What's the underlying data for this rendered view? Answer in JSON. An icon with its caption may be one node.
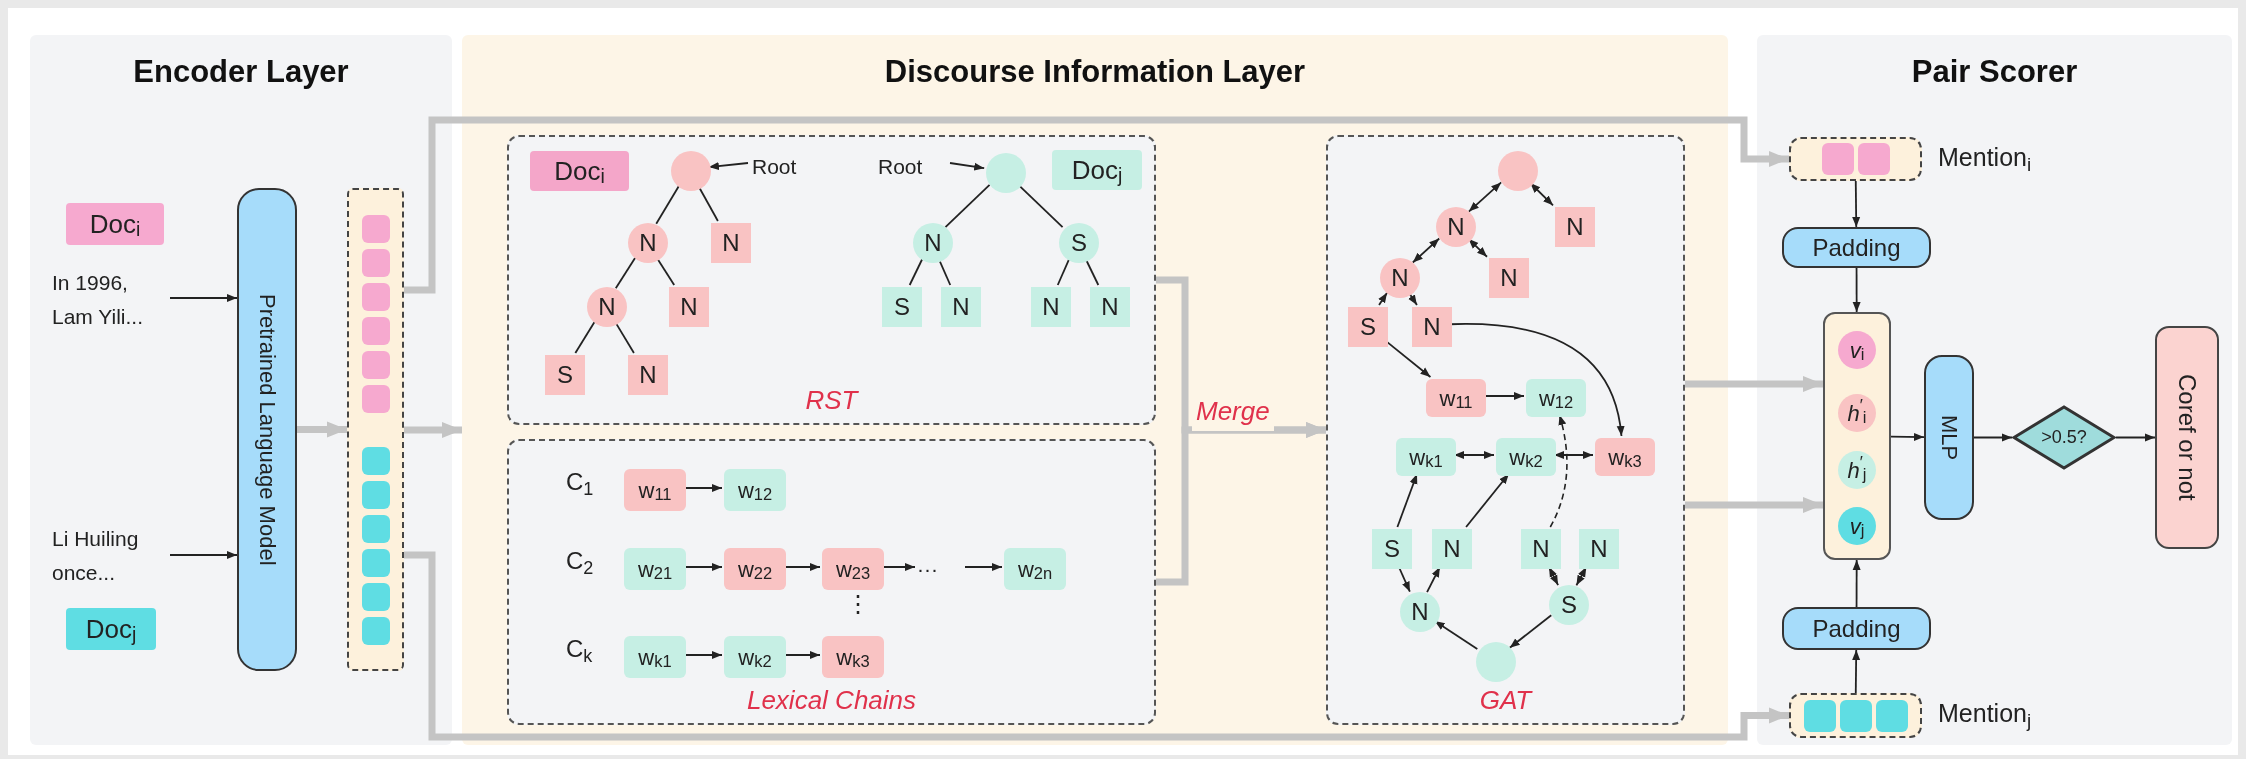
{
  "diagram": {
    "nodes": [
      {
        "text": [
          "Encoder Layer"
        ]
      },
      {
        "text": [
          "Doc$_{i}$"
        ],
        "in": 0
      },
      {
        "text": [
          "In 1996, Lam Yili..."
        ],
        "in": 0
      },
      {
        "text": [
          "Li Huiling once..."
        ],
        "in": 0
      },
      {
        "text": [
          "Doc$_{j}$"
        ],
        "in": 0
      },
      {
        "text": [
          "Pretrained Language Model"
        ],
        "in": 0
      },
      {
        "text": [],
        "shape": "bar",
        "in": 0
      },
      {
        "text": [
          "Discourse Information Layer"
        ]
      },
      {
        "text": [
          "RST"
        ],
        "in": 7
      },
      {
        "text": [
          "Lexical Chains"
        ],
        "in": 7
      },
      {
        "text": [
          "Doc$_{i}$"
        ],
        "in": 8
      },
      {
        "text": [],
        "shape": "circle",
        "in": 8
      },
      {
        "text": [
          "Root"
        ],
        "in": 8
      },
      {
        "text": [
          "Root"
        ],
        "in": 8
      },
      {
        "text": [],
        "shape": "circle",
        "in": 8
      },
      {
        "text": [
          "Doc$_{j}$"
        ],
        "in": 8
      },
      {
        "text": [
          "N"
        ],
        "in": 8
      },
      {
        "text": [
          "N"
        ],
        "in": 8
      },
      {
        "text": [
          "N"
        ],
        "in": 8
      },
      {
        "text": [
          "N"
        ],
        "in": 8
      },
      {
        "text": [
          "S"
        ],
        "in": 8
      },
      {
        "text": [
          "N"
        ],
        "in": 8
      },
      {
        "text": [
          "N"
        ],
        "in": 8
      },
      {
        "text": [
          "S"
        ],
        "in": 8
      },
      {
        "text": [
          "S"
        ],
        "in": 8
      },
      {
        "text": [
          "N"
        ],
        "in": 8
      },
      {
        "text": [
          "N"
        ],
        "in": 8
      },
      {
        "text": [
          "N"
        ],
        "in": 8
      },
      {
        "text": [
          "w$_{11}$"
        ],
        "in": 9
      },
      {
        "text": [
          "w$_{12}$"
        ],
        "in": 9
      },
      {
        "text": [
          "w$_{21}$"
        ],
        "in": 9
      },
      {
        "text": [
          "w$_{22}$"
        ],
        "in": 9
      },
      {
        "text": [
          "w$_{23}$"
        ],
        "in": 9
      },
      {
        "text": [
          "···"
        ],
        "in": 9
      },
      {
        "text": [
          "w$_{2n}$"
        ],
        "in": 9
      },
      {
        "text": [
          "w$_{k1}$"
        ],
        "in": 9
      },
      {
        "text": [
          "w$_{k2}$"
        ],
        "in": 9
      },
      {
        "text": [
          "w$_{k3}$"
        ],
        "in": 9
      },
      {
        "text": [
          "GAT"
        ],
        "in": 7
      },
      {
        "text": [],
        "shape": "circle",
        "in": 38
      },
      {
        "text": [
          "N"
        ],
        "in": 38
      },
      {
        "text": [
          "N"
        ],
        "in": 38
      },
      {
        "text": [
          "N"
        ],
        "in": 38
      },
      {
        "text": [
          "N"
        ],
        "in": 38
      },
      {
        "text": [
          "S"
        ],
        "in": 38
      },
      {
        "text": [
          "N"
        ],
        "in": 38
      },
      {
        "text": [
          "w$_{11}$"
        ],
        "in": 38
      },
      {
        "text": [
          "w$_{12}$"
        ],
        "in": 38
      },
      {
        "text": [
          "w$_{k1}$"
        ],
        "in": 38
      },
      {
        "text": [
          "w$_{k2}$"
        ],
        "in": 38
      },
      {
        "text": [
          "w$_{k3}$"
        ],
        "in": 38
      },
      {
        "text": [
          "S"
        ],
        "in": 38
      },
      {
        "text": [
          "N"
        ],
        "in": 38
      },
      {
        "text": [
          "N"
        ],
        "in": 38
      },
      {
        "text": [
          "N"
        ],
        "in": 38
      },
      {
        "text": [
          "N"
        ],
        "in": 38
      },
      {
        "text": [
          "S"
        ],
        "in": 38
      },
      {
        "text": [],
        "shape": "circle",
        "in": 38
      },
      {
        "text": [
          "Pair Scorer"
        ]
      },
      {
        "text": [],
        "shape": "box",
        "in": 58,
        "beside": [
          "Mention$_{i}$"
        ]
      },
      {
        "text": [
          "Padding"
        ],
        "in": 58
      },
      {
        "text": [],
        "shape": "box",
        "in": 58
      },
      {
        "text": [
          "*v*$_{i}$"
        ],
        "in": 61
      },
      {
        "text": [
          "*h*$^{′}$$_{i}$"
        ],
        "in": 61
      },
      {
        "text": [
          "*h*$^{′}$$_{j}$"
        ],
        "in": 61
      },
      {
        "text": [
          "*v*$_{j}$"
        ],
        "in": 61
      },
      {
        "text": [
          "MLP"
        ],
        "in": 58
      },
      {
        "text": [
          ">0.5?"
        ],
        "in": 58
      },
      {
        "text": [
          "Coref or not"
        ],
        "in": 58
      },
      {
        "text": [
          "Padding"
        ],
        "in": 58
      },
      {
        "text": [],
        "shape": "box",
        "in": 58,
        "beside": [
          "Mention$_{j}$"
        ]
      }
    ],
    "edges": [
      {
        "from": 2,
        "to": 5,
        "arrow": "to"
      },
      {
        "from": 3,
        "to": 5,
        "arrow": "to"
      },
      {
        "from": 5,
        "to": 6,
        "arrow": "to",
        "style": "thick",
        "color": "#c4c4c4"
      },
      {
        "from": 6,
        "to": 7,
        "arrow": "to",
        "style": "thick",
        "color": "#c4c4c4"
      },
      {
        "from": 6,
        "to": 59,
        "arrow": "to",
        "style": "thick",
        "color": "#c4c4c4"
      },
      {
        "from": 6,
        "to": 70,
        "arrow": "to",
        "style": "thick",
        "color": "#c4c4c4"
      },
      {
        "from": 12,
        "to": 11,
        "arrow": "to"
      },
      {
        "from": 13,
        "to": 14,
        "arrow": "to"
      },
      {
        "from": 11,
        "to": 16,
        "arrow": "none"
      },
      {
        "from": 11,
        "to": 17,
        "arrow": "none"
      },
      {
        "from": 16,
        "to": 18,
        "arrow": "none"
      },
      {
        "from": 16,
        "to": 19,
        "arrow": "none"
      },
      {
        "from": 18,
        "to": 20,
        "arrow": "none"
      },
      {
        "from": 18,
        "to": 21,
        "arrow": "none"
      },
      {
        "from": 14,
        "to": 22,
        "arrow": "none"
      },
      {
        "from": 14,
        "to": 23,
        "arrow": "none"
      },
      {
        "from": 22,
        "to": 24,
        "arrow": "none"
      },
      {
        "from": 22,
        "to": 25,
        "arrow": "none"
      },
      {
        "from": 23,
        "to": 26,
        "arrow": "none"
      },
      {
        "from": 23,
        "to": 27,
        "arrow": "none"
      },
      {
        "from": 28,
        "to": 29,
        "arrow": "to"
      },
      {
        "from": 30,
        "to": 31,
        "arrow": "to"
      },
      {
        "from": 31,
        "to": 32,
        "arrow": "to"
      },
      {
        "from": 32,
        "to": 33,
        "arrow": "to"
      },
      {
        "from": 33,
        "to": 34,
        "arrow": "to"
      },
      {
        "from": 35,
        "to": 36,
        "arrow": "to"
      },
      {
        "from": 36,
        "to": 37,
        "arrow": "to"
      },
      {
        "from": 8,
        "to": 38,
        "arrow": "to",
        "label": "Merge",
        "style": "thick",
        "color": "#c4c4c4"
      },
      {
        "from": 9,
        "to": 38,
        "arrow": "to",
        "style": "thick",
        "color": "#c4c4c4"
      },
      {
        "from": 39,
        "to": 40,
        "arrow": "both"
      },
      {
        "from": 39,
        "to": 41,
        "arrow": "both"
      },
      {
        "from": 40,
        "to": 42,
        "arrow": "both"
      },
      {
        "from": 40,
        "to": 43,
        "arrow": "both"
      },
      {
        "from": 44,
        "to": 42,
        "arrow": "to"
      },
      {
        "from": 42,
        "to": 45,
        "arrow": "to"
      },
      {
        "from": 44,
        "to": 46,
        "arrow": "to"
      },
      {
        "from": 45,
        "to": 50,
        "arrow": "to"
      },
      {
        "from": 46,
        "to": 47,
        "arrow": "to"
      },
      {
        "from": 48,
        "to": 49,
        "arrow": "both"
      },
      {
        "from": 49,
        "to": 50,
        "arrow": "both"
      },
      {
        "from": 53,
        "to": 47,
        "arrow": "to",
        "style": "dashed"
      },
      {
        "from": 51,
        "to": 48,
        "arrow": "to"
      },
      {
        "from": 52,
        "to": 49,
        "arrow": "to"
      },
      {
        "from": 51,
        "to": 55,
        "arrow": "to"
      },
      {
        "from": 55,
        "to": 52,
        "arrow": "to"
      },
      {
        "from": 53,
        "to": 56,
        "arrow": "both"
      },
      {
        "from": 54,
        "to": 56,
        "arrow": "both"
      },
      {
        "from": 57,
        "to": 55,
        "arrow": "to"
      },
      {
        "from": 56,
        "to": 57,
        "arrow": "to"
      },
      {
        "from": 38,
        "to": 61,
        "arrow": "to",
        "style": "thick",
        "color": "#c4c4c4"
      },
      {
        "from": 38,
        "to": 61,
        "arrow": "to",
        "style": "thick",
        "color": "#c4c4c4"
      },
      {
        "from": 59,
        "to": 60,
        "arrow": "to"
      },
      {
        "from": 60,
        "to": 61,
        "arrow": "to"
      },
      {
        "from": 70,
        "to": 69,
        "arrow": "to"
      },
      {
        "from": 69,
        "to": 61,
        "arrow": "to"
      },
      {
        "from": 61,
        "to": 66,
        "arrow": "to"
      },
      {
        "from": 66,
        "to": 67,
        "arrow": "to"
      },
      {
        "from": 67,
        "to": 68,
        "arrow": "to"
      }
    ],
    "labels": [
      "C$_{1}$",
      "C$_{2}$",
      "C$_{k}$",
      "⋮"
    ]
  }
}
